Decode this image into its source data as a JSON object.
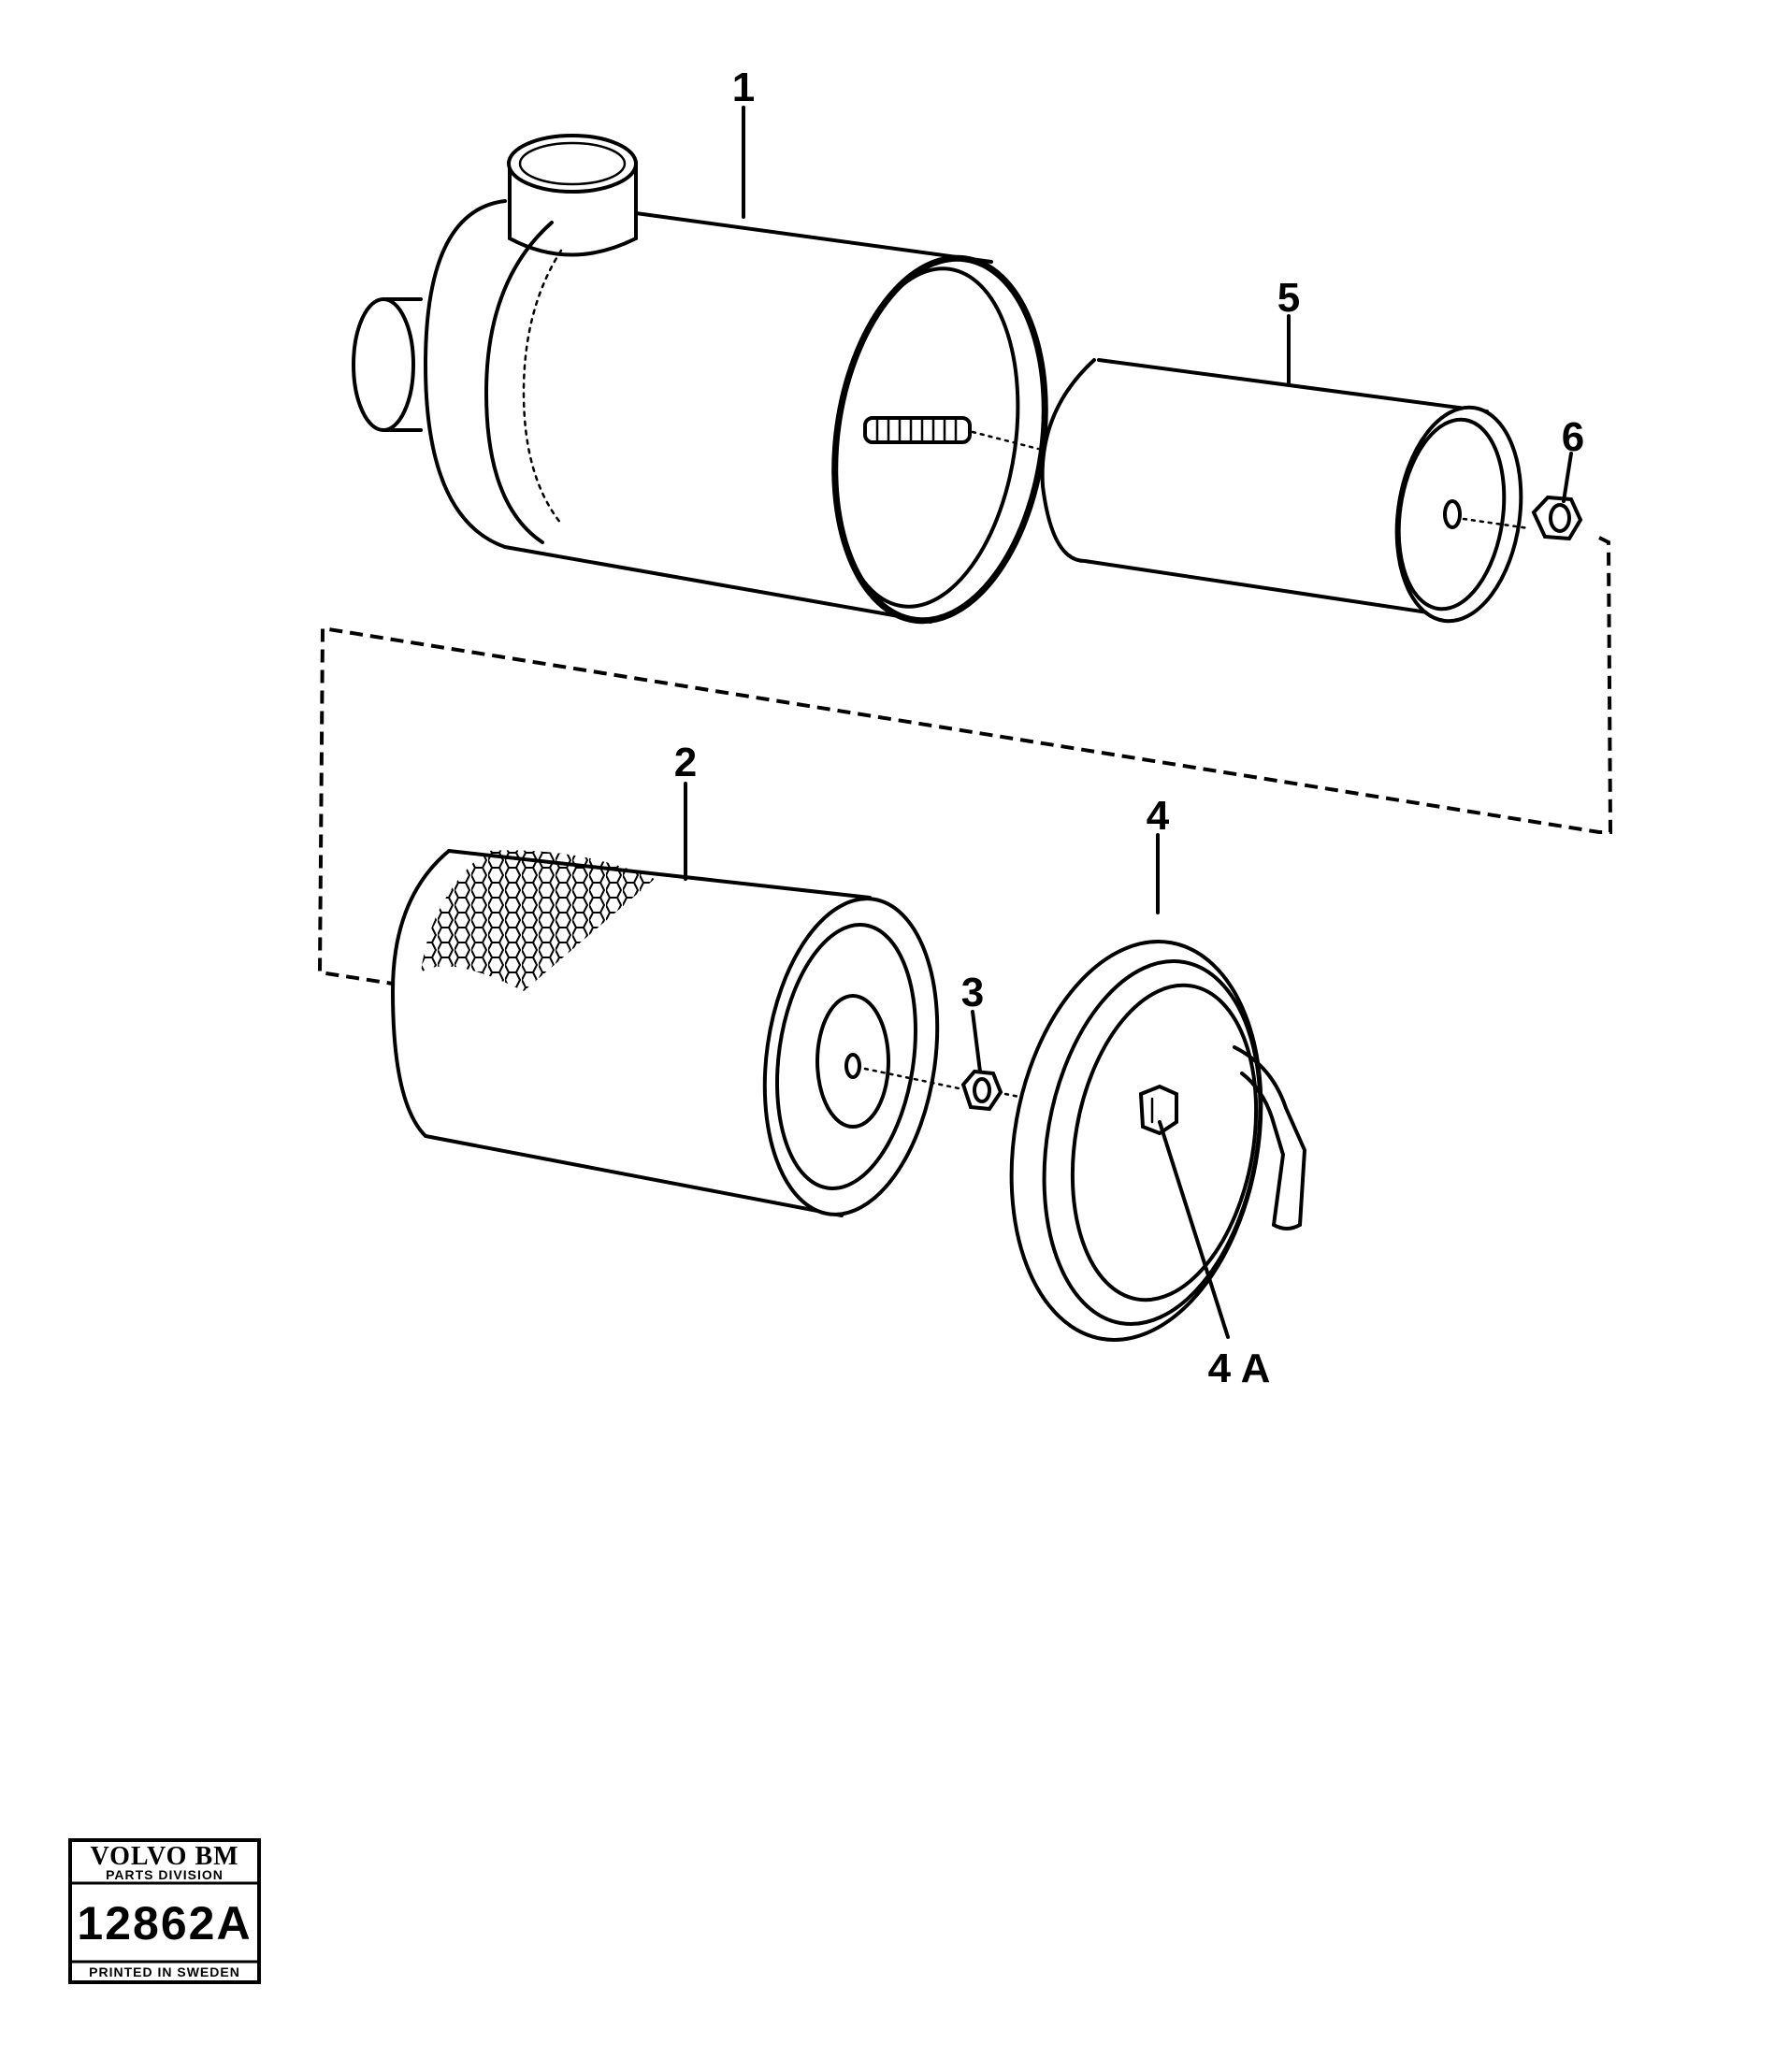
{
  "diagram": {
    "callouts": {
      "c1": "1",
      "c2": "2",
      "c3": "3",
      "c4": "4",
      "c4a": "4 A",
      "c5": "5",
      "c6": "6"
    }
  },
  "stamp": {
    "brand": "VOLVO BM",
    "division": "PARTS DIVISION",
    "number": "12862A",
    "printed": "PRINTED IN SWEDEN"
  }
}
